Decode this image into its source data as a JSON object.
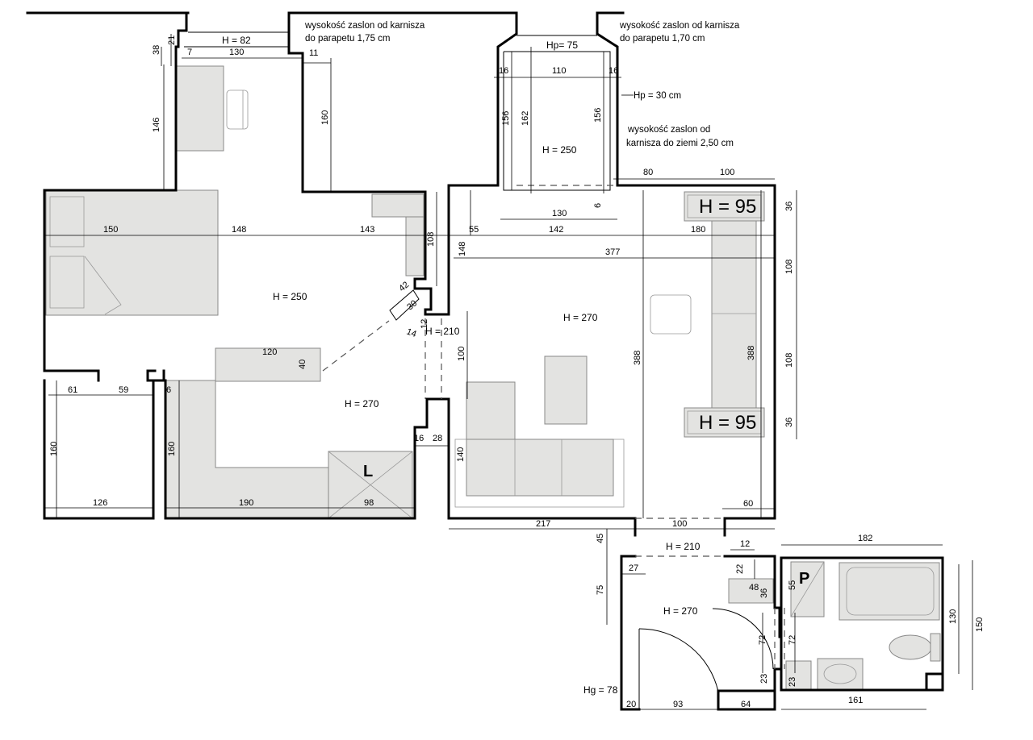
{
  "notes": {
    "n1_a": "wysokość zaslon od karnisza",
    "n1_b": "do parapetu 1,75 cm",
    "n2_a": "wysokość zaslon od karnisza",
    "n2_b": "do parapetu 1,70 cm",
    "n3_a": "wysokość zaslon od",
    "n3_b": "karnisza do ziemi 2,50 cm",
    "hp30": "Hp = 30 cm"
  },
  "heights": {
    "h82": "H = 82",
    "hp75": "Hp= 75",
    "bedroom": "H = 250",
    "bay": "H = 250",
    "passage": "H = 210",
    "kitchen": "H = 270",
    "living": "H = 270",
    "door2": "H = 210",
    "hall": "H = 270",
    "hg": "Hg = 78",
    "h95a": "H = 95",
    "h95b": "H = 95"
  },
  "labels": {
    "l": "L",
    "p": "P"
  },
  "dims": {
    "d21": "21",
    "d38": "38",
    "d7": "7",
    "d130a": "130",
    "d11": "11",
    "d146": "146",
    "d160a": "160",
    "d16a": "16",
    "d110": "110",
    "d16b": "16",
    "d156a": "156",
    "d162": "162",
    "d156b": "156",
    "d6": "6",
    "d130b": "130",
    "d80": "80",
    "d100a": "100",
    "d36a": "36",
    "d150": "150",
    "d148a": "148",
    "d143": "143",
    "d108a": "108",
    "d55a": "55",
    "d142": "142",
    "d180": "180",
    "d148b": "148",
    "d377": "377",
    "d108b": "108",
    "d42": "42",
    "d30": "30",
    "d12a": "12",
    "d14": "14",
    "d100b": "100",
    "d388a": "388",
    "d388b": "388",
    "d108c": "108",
    "d120": "120",
    "d40": "40",
    "d61": "61",
    "d59": "59",
    "d6b": "6",
    "d36b": "36",
    "d16c": "16",
    "d28": "28",
    "d160b": "160",
    "d160c": "160",
    "d140": "140",
    "d126": "126",
    "d190": "190",
    "d98": "98",
    "d60": "60",
    "d217": "217",
    "d100c": "100",
    "d45": "45",
    "d12b": "12",
    "d182": "182",
    "d27": "27",
    "d22": "22",
    "d48": "48",
    "d36c": "36",
    "d55b": "55",
    "d75": "75",
    "d130c": "130",
    "d150b": "150",
    "d72a": "72",
    "d72b": "72",
    "d23a": "23",
    "d23b": "23",
    "d20": "20",
    "d93": "93",
    "d64": "64",
    "d161": "161"
  }
}
